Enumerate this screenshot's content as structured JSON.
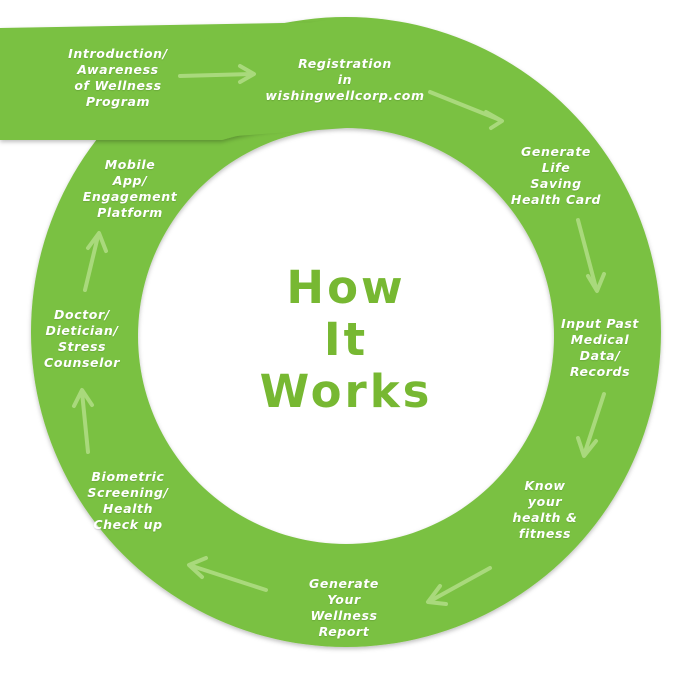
{
  "colors": {
    "ring": "#7ac142",
    "ring_shadow": "#5e9a2e",
    "title": "#77b832",
    "label": "#ffffff",
    "arrow": "#a8d87a"
  },
  "title": {
    "lines": [
      "How",
      "It",
      "Works"
    ]
  },
  "steps": [
    {
      "label": "Introduction/\nAwareness\nof Wellness\nProgram"
    },
    {
      "label": "Registration\nin\nwishingwellcorp.com"
    },
    {
      "label": "Generate\nLife\nSaving\nHealth Card"
    },
    {
      "label": "Input Past\nMedical\nData/\nRecords"
    },
    {
      "label": "Know\nyour\nhealth &\nfitness"
    },
    {
      "label": "Generate\nYour\nWellness\nReport"
    },
    {
      "label": "Biometric\nScreening/\nHealth\nCheck up"
    },
    {
      "label": "Doctor/\nDietician/\nStress\nCounselor"
    },
    {
      "label": "Mobile\nApp/\nEngagement\nPlatform"
    }
  ],
  "arrow_icons": [
    "arrow-icon",
    "arrow-icon",
    "arrow-icon",
    "arrow-icon",
    "arrow-icon",
    "arrow-icon",
    "arrow-icon",
    "arrow-icon"
  ]
}
